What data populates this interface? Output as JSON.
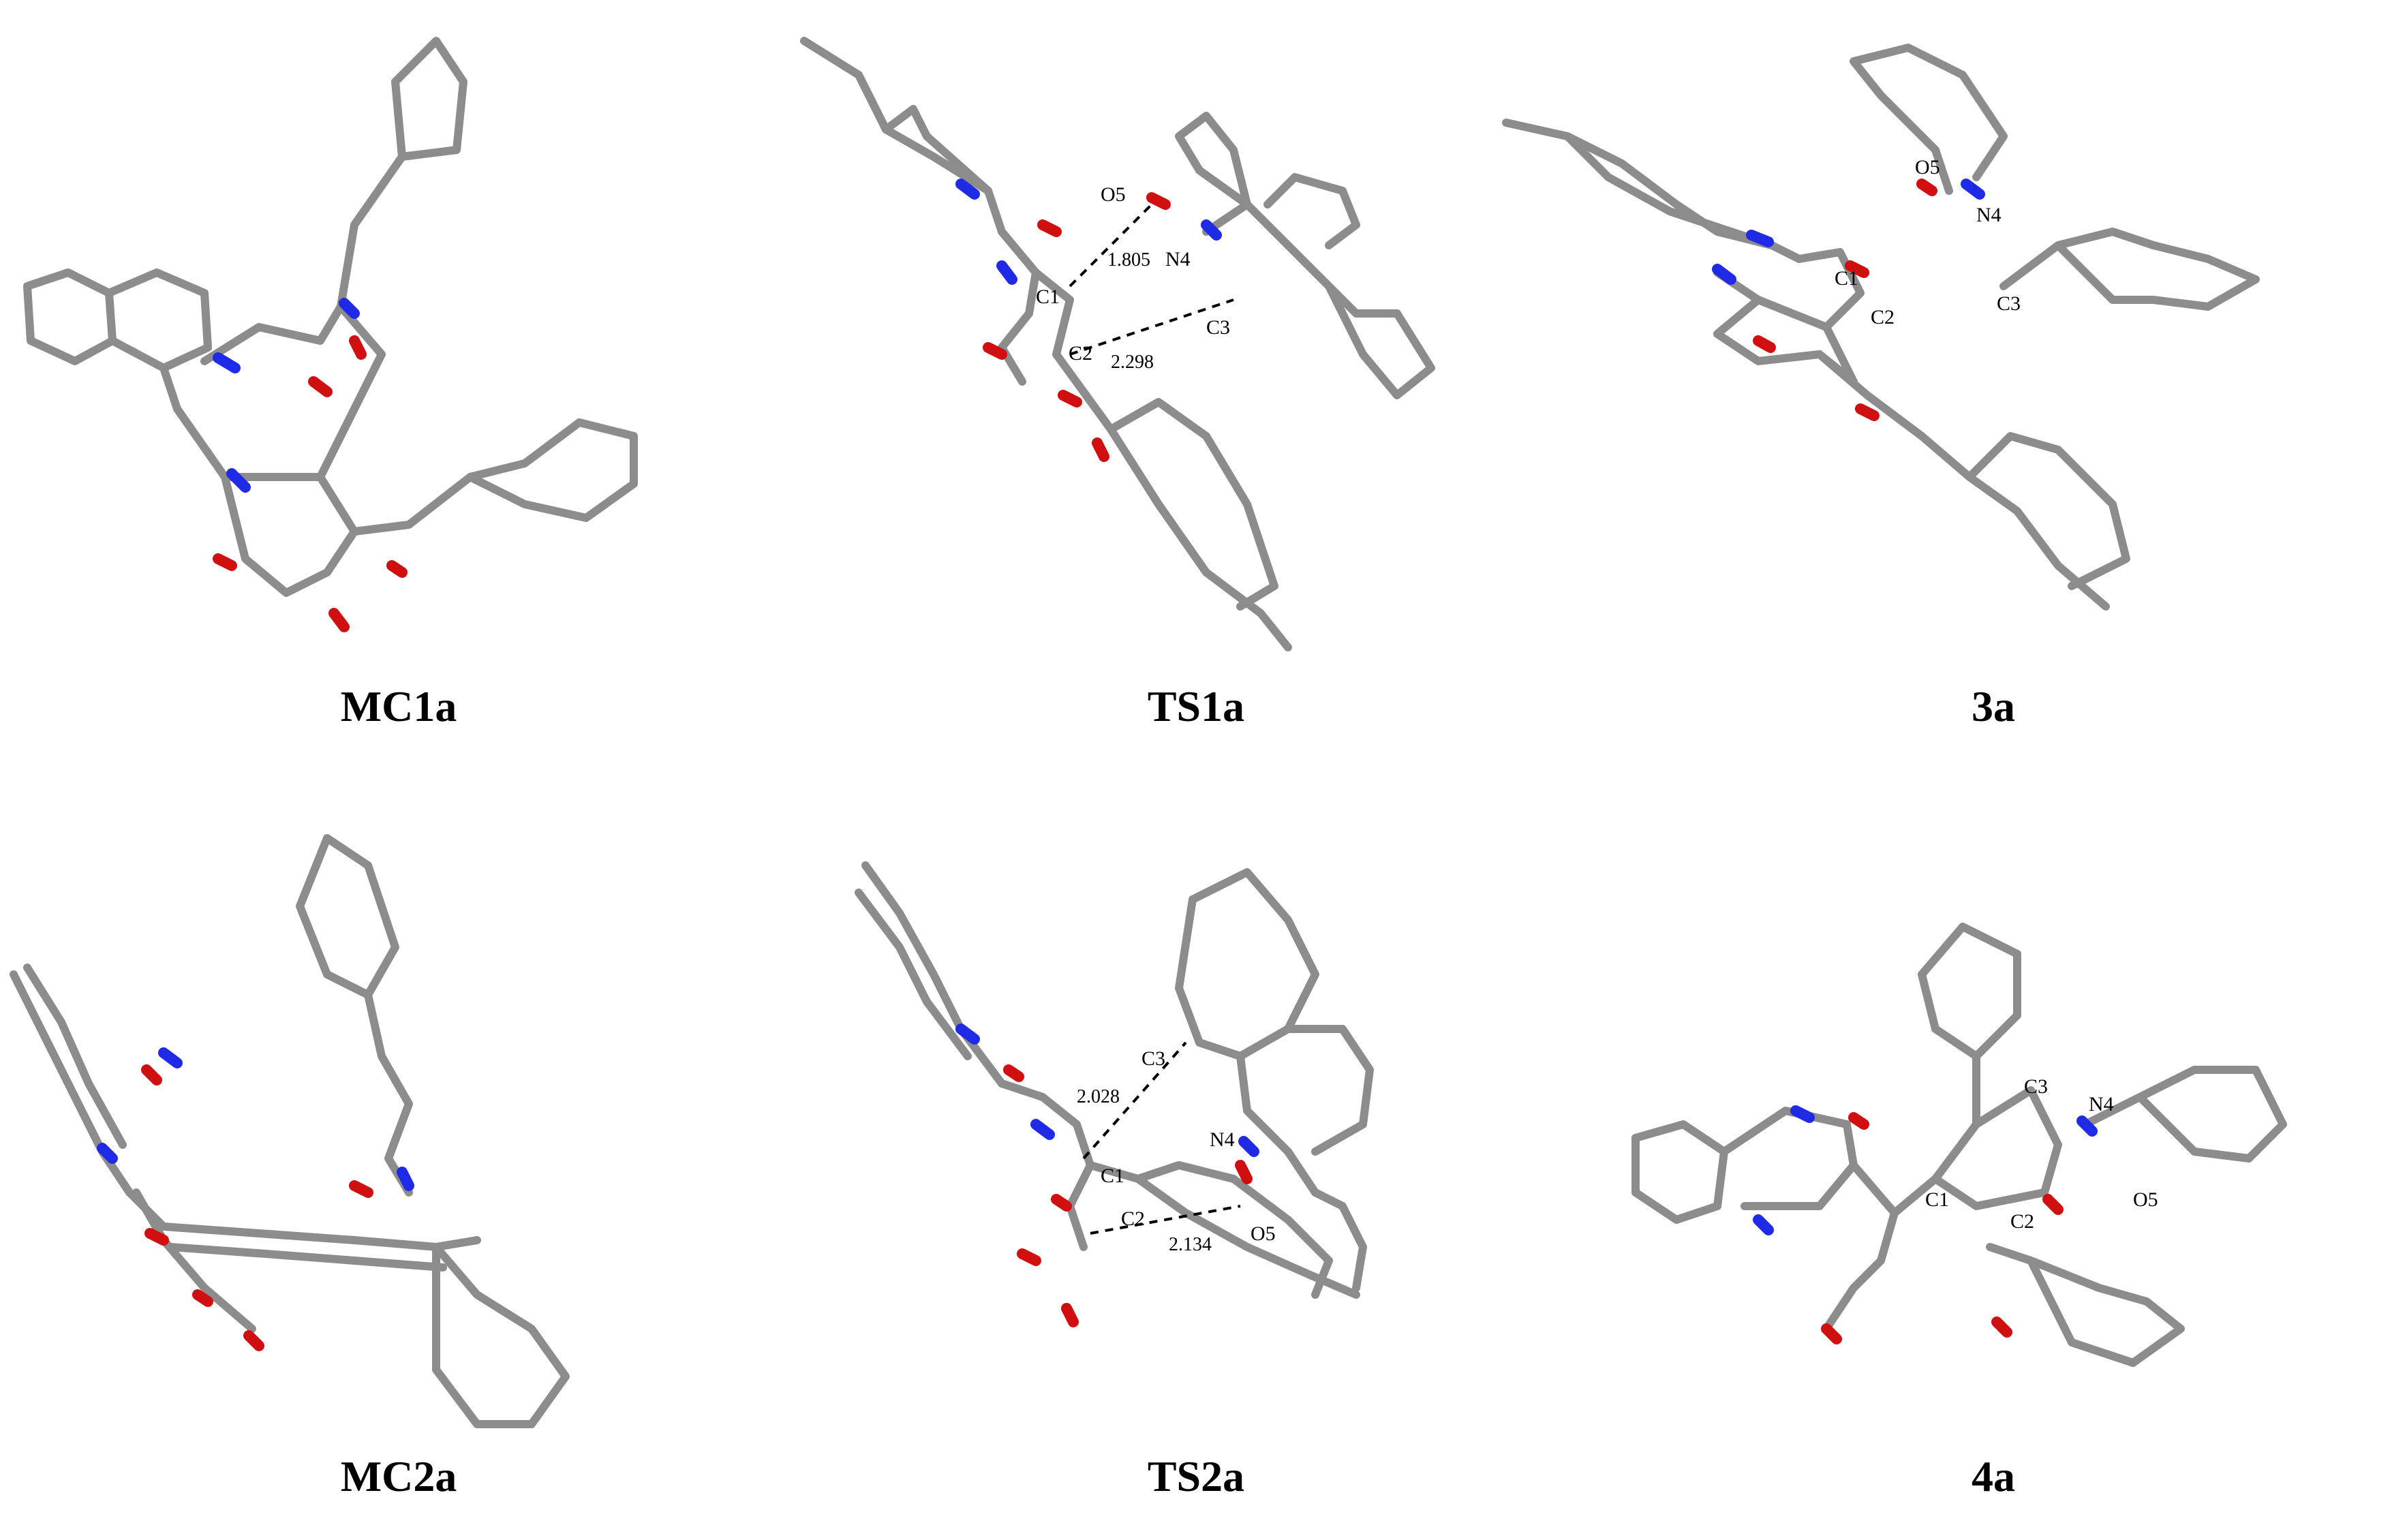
{
  "colors": {
    "carbon": "#8c8c8c",
    "carbon_dark": "#5a5a5a",
    "hydrogen": "#e6e6e6",
    "nitrogen": "#1f2ae6",
    "oxygen": "#d01010",
    "text": "#000000"
  },
  "panels": [
    {
      "id": "mc1a",
      "caption": "MC1a",
      "labels": [],
      "distances": []
    },
    {
      "id": "ts1a",
      "caption": "TS1a",
      "labels": [
        "O5",
        "N4",
        "C1",
        "C2",
        "C3"
      ],
      "distances": [
        "1.805",
        "2.298"
      ]
    },
    {
      "id": "p3a",
      "caption": "3a",
      "labels": [
        "O5",
        "N4",
        "C1",
        "C2",
        "C3"
      ],
      "distances": []
    },
    {
      "id": "mc2a",
      "caption": "MC2a",
      "labels": [],
      "distances": []
    },
    {
      "id": "ts2a",
      "caption": "TS2a",
      "labels": [
        "C3",
        "N4",
        "C1",
        "C2",
        "O5"
      ],
      "distances": [
        "2.028",
        "2.134"
      ]
    },
    {
      "id": "p4a",
      "caption": "4a",
      "labels": [
        "C3",
        "N4",
        "O5",
        "C1",
        "C2"
      ],
      "distances": []
    }
  ]
}
